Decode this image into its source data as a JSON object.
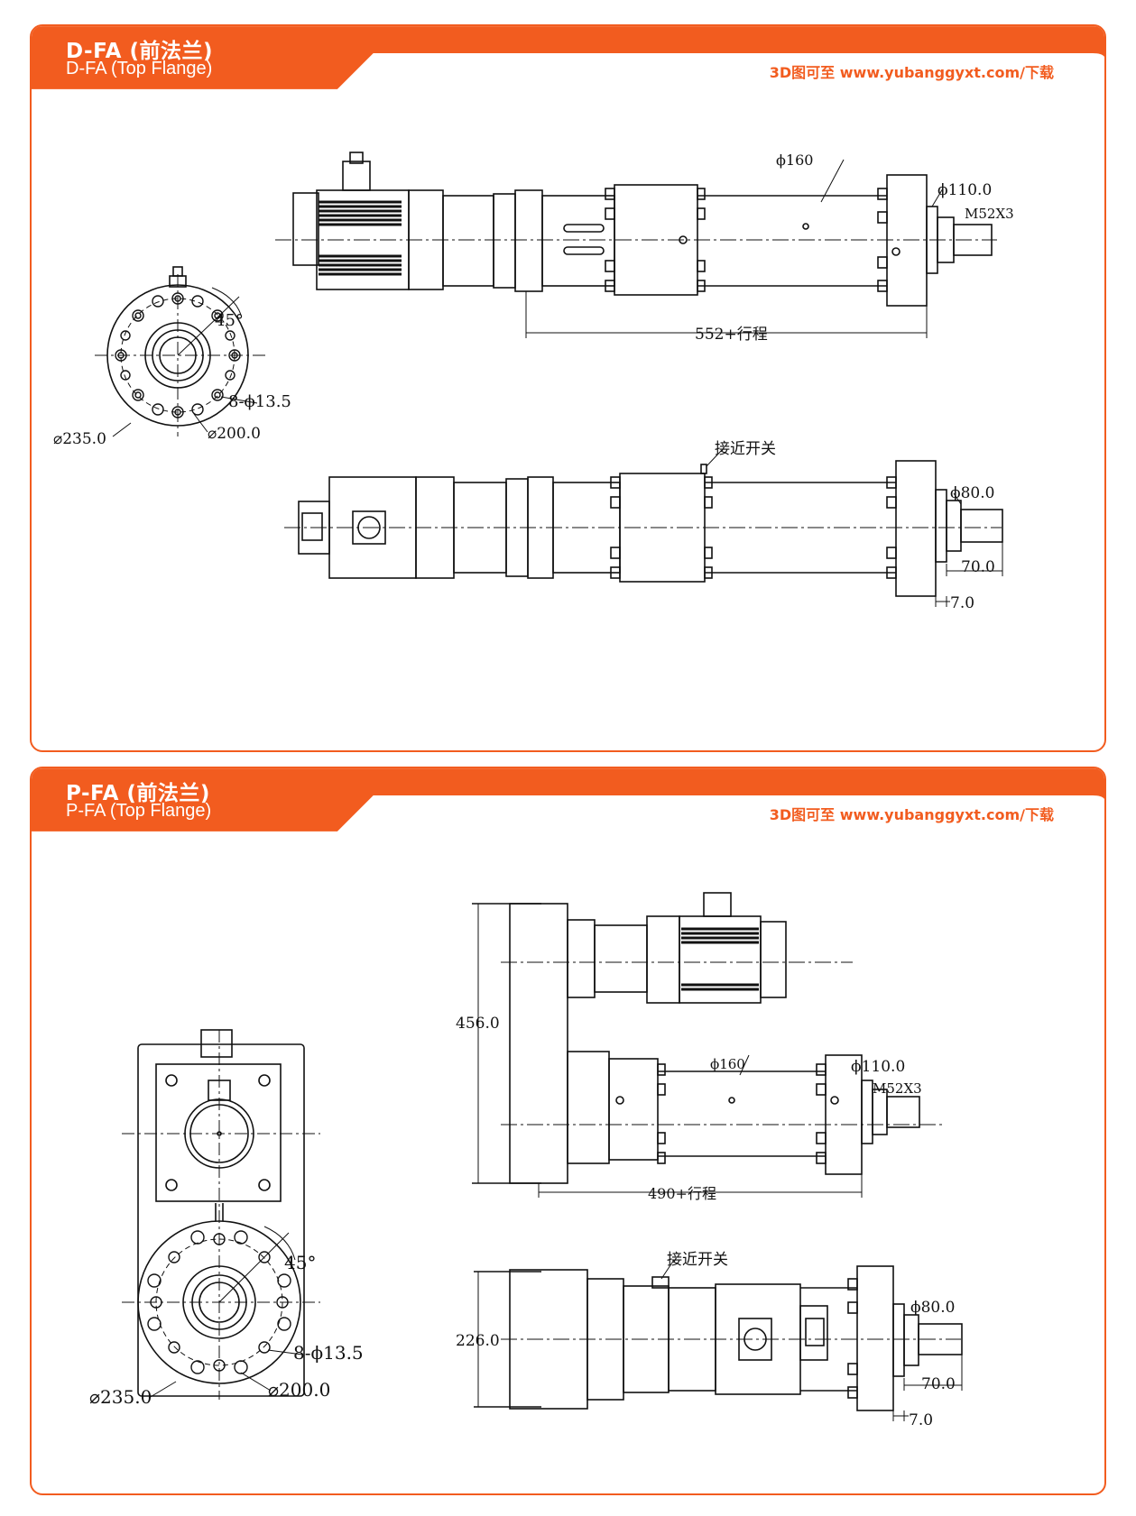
{
  "accent_color": "#f25c1f",
  "sections": [
    {
      "title_zh": "D-FA (前法兰)",
      "title_en": "D-FA (Top Flange)",
      "download": "3D图可至 www.yubanggyxt.com/下载",
      "labels": {
        "angle": "45°",
        "holes": "8-ϕ13.5",
        "pcd": "⌀200.0",
        "outer_dia": "⌀235.0",
        "tube_dia": "ϕ160",
        "flange_dia": "ϕ110.0",
        "thread": "M52X3",
        "stroke": "552+行程",
        "switch": "接近开关",
        "rod_dia": "ϕ80.0",
        "rod_len": "70.0",
        "step": "7.0"
      }
    },
    {
      "title_zh": "P-FA (前法兰)",
      "title_en": "P-FA (Top Flange)",
      "download": "3D图可至 www.yubanggyxt.com/下载",
      "labels": {
        "angle": "45°",
        "holes": "8-ϕ13.5",
        "pcd": "⌀200.0",
        "outer_dia": "⌀235.0",
        "height": "456.0",
        "tube_dia": "ϕ160",
        "flange_dia": "ϕ110.0",
        "thread": "M52X3",
        "stroke": "490+行程",
        "switch": "接近开关",
        "width": "226.0",
        "rod_dia": "ϕ80.0",
        "rod_len": "70.0",
        "step": "7.0"
      }
    }
  ]
}
